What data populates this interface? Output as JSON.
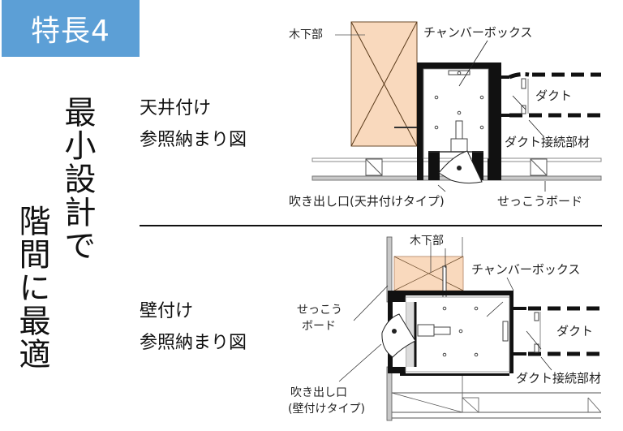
{
  "badge": {
    "label": "特長4",
    "color": "#5c9fd6"
  },
  "headline": {
    "column1": "最小設計で",
    "column2": "階間に最適"
  },
  "sections": [
    {
      "title_line1": "天井付け",
      "title_line2": "参照納まり図",
      "labels": {
        "joist": "木下部",
        "chamber_box": "チャンバーボックス",
        "duct": "ダクト",
        "duct_connector": "ダクト接続部材",
        "outlet": "吹き出し口(天井付けタイプ)",
        "gypsum_board": "せっこうボード"
      }
    },
    {
      "title_line1": "壁付け",
      "title_line2": "参照納まり図",
      "labels": {
        "joist": "木下部",
        "chamber_box": "チャンバーボックス",
        "gypsum_board_line1": "せっこう",
        "gypsum_board_line2": "ボード",
        "duct": "ダクト",
        "duct_connector": "ダクト接続部材",
        "outlet_line1": "吹き出し口",
        "outlet_line2": "(壁付けタイプ)"
      }
    }
  ],
  "colors": {
    "wood": "#f9d9bd",
    "chamber_outline": "#111111",
    "board": "#c8c8c8"
  }
}
